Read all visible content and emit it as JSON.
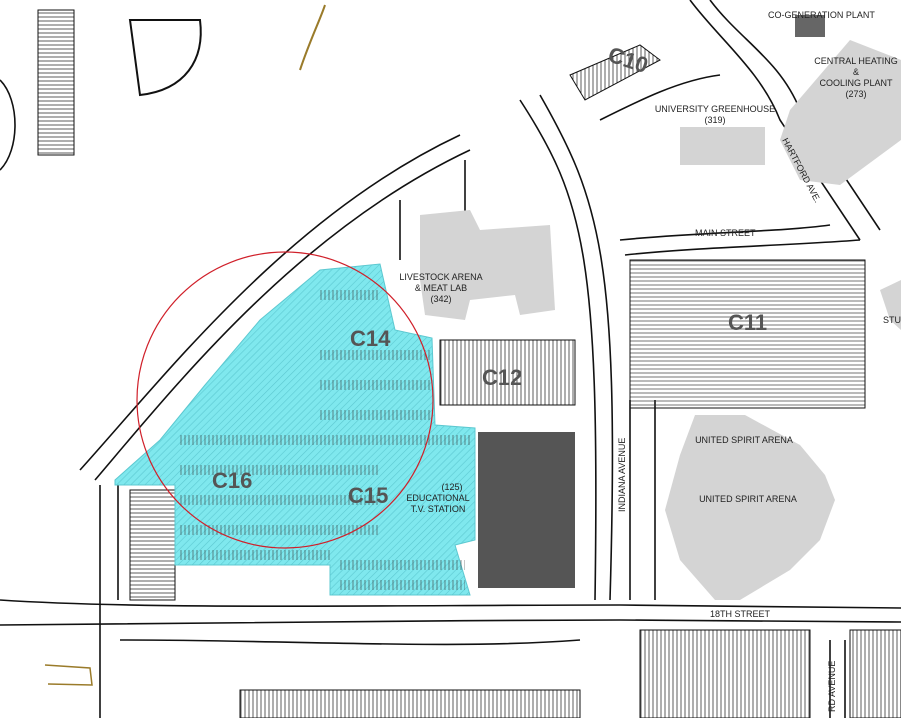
{
  "map": {
    "lots": [
      {
        "id": "C10"
      },
      {
        "id": "C11"
      },
      {
        "id": "C12"
      },
      {
        "id": "C14"
      },
      {
        "id": "C15"
      },
      {
        "id": "C16"
      }
    ],
    "buildings": {
      "cogen": "CO-GENERATION PLANT",
      "heating_1": "CENTRAL HEATING",
      "heating_2": "&",
      "heating_3": "COOLING PLANT",
      "heating_num": "(273)",
      "greenhouse": "UNIVERSITY GREENHOUSE",
      "greenhouse_num": "(319)",
      "livestock_1": "LIVESTOCK ARENA",
      "livestock_2": "& MEAT LAB",
      "livestock_num": "(342)",
      "tv_num": "(125)",
      "tv_1": "EDUCATIONAL",
      "tv_2": "T.V. STATION",
      "arena_top": "UNITED SPIRIT ARENA",
      "arena_main": "UNITED SPIRIT ARENA",
      "partial_stu": "STU"
    },
    "streets": {
      "hartford": "HARTFORD AVE.",
      "main": "MAIN STREET",
      "indiana": "INDIANA AVENUE",
      "eighteenth": "18TH STREET",
      "partial_avenue": "RD AVENUE"
    },
    "colors": {
      "highlight": "#7fe8ee",
      "radius_circle": "#d0202a",
      "dark_building": "#555555",
      "building": "#d4d4d4"
    }
  }
}
